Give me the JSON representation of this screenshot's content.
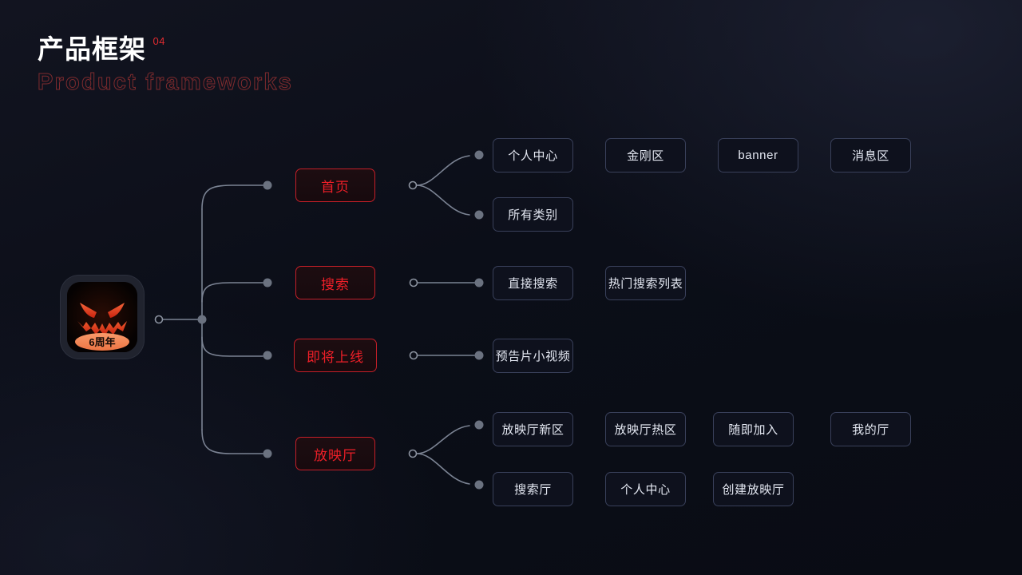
{
  "slide": {
    "title_cn": "产品框架",
    "title_index": "04",
    "title_en": "Product frameworks",
    "background_color": "#0b0e18",
    "accent_red": "#ef1f28",
    "node_border_gray": "#39405a",
    "wire_color": "#7b8393"
  },
  "logo": {
    "name": "app-icon",
    "badge_text": "6周年",
    "badge_color": "#f0804f",
    "face_color": "#e8512a"
  },
  "branches": [
    {
      "id": "home",
      "label": "首页",
      "children": [
        {
          "label": "个人中心",
          "row": 0
        },
        {
          "label": "金刚区",
          "row": 0
        },
        {
          "label": "banner",
          "row": 0
        },
        {
          "label": "消息区",
          "row": 0
        },
        {
          "label": "所有类别",
          "row": 1
        }
      ]
    },
    {
      "id": "search",
      "label": "搜索",
      "children": [
        {
          "label": "直接搜索",
          "row": 0
        },
        {
          "label": "热门搜索列表",
          "row": 0
        }
      ]
    },
    {
      "id": "coming-soon",
      "label": "即将上线",
      "children": [
        {
          "label": "预告片小视频",
          "row": 0
        }
      ]
    },
    {
      "id": "screening-room",
      "label": "放映厅",
      "children": [
        {
          "label": "放映厅新区",
          "row": 0
        },
        {
          "label": "放映厅热区",
          "row": 0
        },
        {
          "label": "随即加入",
          "row": 0
        },
        {
          "label": "我的厅",
          "row": 0
        },
        {
          "label": "搜索厅",
          "row": 1
        },
        {
          "label": "个人中心",
          "row": 1
        },
        {
          "label": "创建放映厅",
          "row": 1
        }
      ]
    }
  ],
  "nodes_l2": [
    {
      "key": "n_personal_center",
      "label": "个人中心"
    },
    {
      "key": "n_kingkong",
      "label": "金刚区"
    },
    {
      "key": "n_banner",
      "label": "banner"
    },
    {
      "key": "n_message",
      "label": "消息区"
    },
    {
      "key": "n_all_categories",
      "label": "所有类别"
    },
    {
      "key": "n_direct_search",
      "label": "直接搜索"
    },
    {
      "key": "n_hot_search_list",
      "label": "热门搜索列表"
    },
    {
      "key": "n_trailer_video",
      "label": "预告片小视频"
    },
    {
      "key": "n_hall_new",
      "label": "放映厅新区"
    },
    {
      "key": "n_hall_hot",
      "label": "放映厅热区"
    },
    {
      "key": "n_join_anytime",
      "label": "随即加入"
    },
    {
      "key": "n_my_hall",
      "label": "我的厅"
    },
    {
      "key": "n_search_hall",
      "label": "搜索厅"
    },
    {
      "key": "n_personal_center_2",
      "label": "个人中心"
    },
    {
      "key": "n_create_hall",
      "label": "创建放映厅"
    }
  ]
}
